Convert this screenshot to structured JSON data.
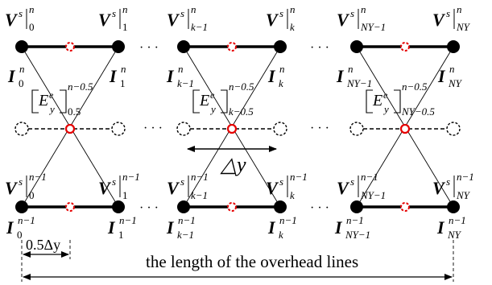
{
  "top_nodes": [
    {
      "V": "V",
      "s": "s",
      "n": "n",
      "idx": "0",
      "I": "I",
      "Isub": "0",
      "Isup": "n"
    },
    {
      "V": "V",
      "s": "s",
      "n": "n",
      "idx": "1",
      "I": "I",
      "Isub": "1",
      "Isup": "n"
    },
    {
      "V": "V",
      "s": "s",
      "n": "n",
      "idx": "k−1",
      "I": "I",
      "Isub": "k−1",
      "Isup": "n"
    },
    {
      "V": "V",
      "s": "s",
      "n": "n",
      "idx": "k",
      "I": "I",
      "Isub": "k",
      "Isup": "n"
    },
    {
      "V": "V",
      "s": "s",
      "n": "n",
      "idx": "NY−1",
      "I": "I",
      "Isub": "NY−1",
      "Isup": "n"
    },
    {
      "V": "V",
      "s": "s",
      "n": "n",
      "idx": "NY",
      "I": "I",
      "Isub": "NY",
      "Isup": "n"
    }
  ],
  "bottom_nodes": [
    {
      "V": "V",
      "s": "s",
      "n": "n−1",
      "idx": "0",
      "I": "I",
      "Isub": "0",
      "Isup": "n−1"
    },
    {
      "V": "V",
      "s": "s",
      "n": "n−1",
      "idx": "1",
      "I": "I",
      "Isub": "1",
      "Isup": "n−1"
    },
    {
      "V": "V",
      "s": "s",
      "n": "n−1",
      "idx": "k−1",
      "I": "I",
      "Isub": "k−1",
      "Isup": "n−1"
    },
    {
      "V": "V",
      "s": "s",
      "n": "n−1",
      "idx": "k",
      "I": "I",
      "Isub": "k",
      "Isup": "n−1"
    },
    {
      "V": "V",
      "s": "s",
      "n": "n−1",
      "idx": "NY−1",
      "I": "I",
      "Isub": "NY−1",
      "Isup": "n−1"
    },
    {
      "V": "V",
      "s": "s",
      "n": "n−1",
      "idx": "NY",
      "I": "I",
      "Isub": "NY",
      "Isup": "n−1"
    }
  ],
  "field_labels": [
    {
      "E": "E",
      "e": "e",
      "y": "y",
      "sup": "n−0.5",
      "sub": "0.5"
    },
    {
      "E": "E",
      "e": "e",
      "y": "y",
      "sup": "n−0.5",
      "sub": "k−0.5"
    },
    {
      "E": "E",
      "e": "e",
      "y": "y",
      "sup": "n−0.5",
      "sub": "NY−0.5"
    }
  ],
  "ellipsis": "· · ·",
  "delta_y": "△y",
  "half_delta_y": "0.5Δy",
  "line_length_label": "the length of the overhead lines",
  "colors": {
    "field_node": "#e60000",
    "line": "#000000"
  }
}
